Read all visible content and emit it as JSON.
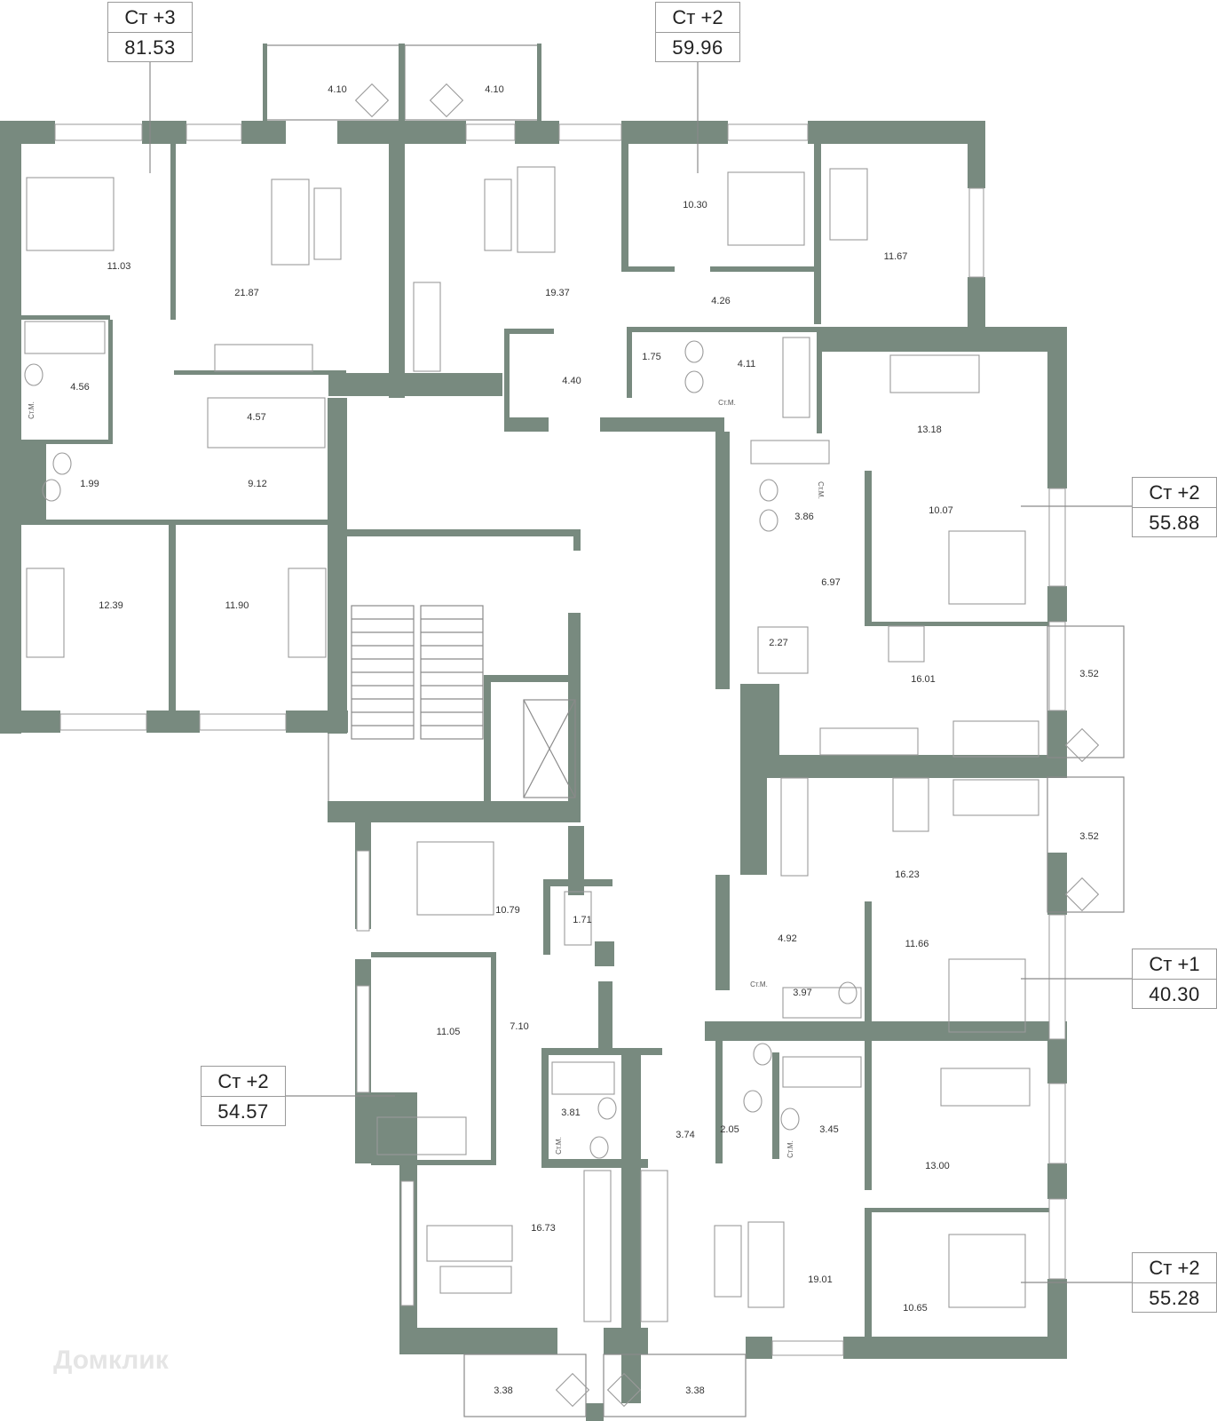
{
  "apartments": [
    {
      "type": "Ст +3",
      "total": "81.53"
    },
    {
      "type": "Ст +2",
      "total": "59.96"
    },
    {
      "type": "Ст +2",
      "total": "55.88"
    },
    {
      "type": "Ст +1",
      "total": "40.30"
    },
    {
      "type": "Ст +2",
      "total": "54.57"
    },
    {
      "type": "Ст +2",
      "total": "55.28"
    }
  ],
  "rooms": [
    "4.10",
    "4.10",
    "11.03",
    "21.87",
    "19.37",
    "10.30",
    "11.67",
    "4.26",
    "4.56",
    "4.57",
    "4.40",
    "1.75",
    "4.11",
    "13.18",
    "1.99",
    "9.12",
    "3.86",
    "10.07",
    "12.39",
    "11.90",
    "6.97",
    "2.27",
    "16.01",
    "3.52",
    "16.23",
    "3.52",
    "10.79",
    "1.71",
    "4.92",
    "11.66",
    "3.97",
    "11.05",
    "7.10",
    "3.81",
    "3.74",
    "2.05",
    "3.45",
    "13.00",
    "16.73",
    "19.01",
    "10.65",
    "3.38",
    "3.38"
  ],
  "bathroom_label": "Ст.М.",
  "watermark": "Домклик"
}
